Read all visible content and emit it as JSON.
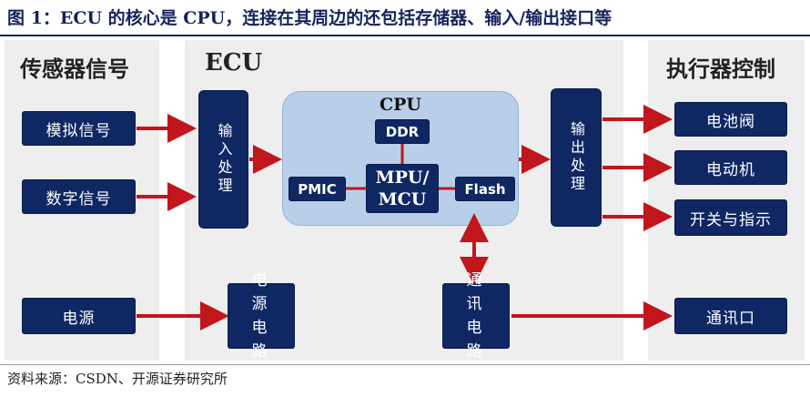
{
  "title": "图 1：ECU 的核心是 CPU，连接在其周边的还包括存储器、输入/输出接口等",
  "source": "资料来源：CSDN、开源证券研究所",
  "colors": {
    "navy": "#0f2763",
    "arrow": "#c0161c",
    "panel": "#eeeeee",
    "cpu_area": "#b9cfe9"
  },
  "panels": {
    "sensor_heading": "传感器信号",
    "ecu_heading": "ECU",
    "actuator_heading": "执行器控制"
  },
  "sensors": {
    "analog": "模拟信号",
    "digital": "数字信号",
    "power": "电源"
  },
  "ecu": {
    "input_processing": "输入处理",
    "power_circuit": "电源电路",
    "cpu_label": "CPU",
    "ddr": "DDR",
    "pmic": "PMIC",
    "mpu_line1": "MPU/",
    "mpu_line2": "MCU",
    "flash": "Flash",
    "output_processing": "输出处理",
    "comm_circuit": "通讯电路"
  },
  "actuators": {
    "solenoid_valve": "电池阀",
    "motor": "电动机",
    "switch_indicator": "开关与指示",
    "comm_port": "通讯口"
  }
}
